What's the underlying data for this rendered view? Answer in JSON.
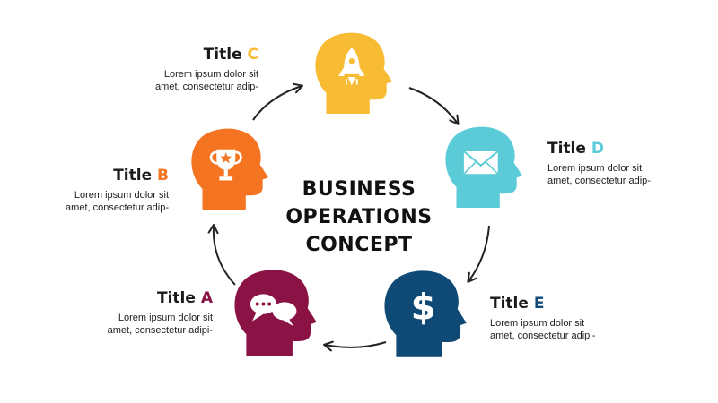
{
  "center_title": {
    "line1": "BUSINESS",
    "line2": "OPERATIONS",
    "line3": "CONCEPT"
  },
  "items": [
    {
      "title_word": "Title",
      "letter": "A",
      "color": "#8b1245",
      "icon": "chat-bubbles-icon",
      "desc1": "Lorem ipsum dolor sit",
      "desc2": "amet, consectetur adipi-"
    },
    {
      "title_word": "Title",
      "letter": "B",
      "color": "#f47421",
      "icon": "trophy-icon",
      "desc1": "Lorem ipsum dolor sit",
      "desc2": "amet, consectetur adip-"
    },
    {
      "title_word": "Title",
      "letter": "C",
      "color": "#f8bb34",
      "icon": "rocket-icon",
      "desc1": "Lorem ipsum dolor sit",
      "desc2": "amet, consectetur adip-"
    },
    {
      "title_word": "Title",
      "letter": "D",
      "color": "#5ccbd8",
      "icon": "envelope-icon",
      "desc1": "Lorem ipsum dolor sit",
      "desc2": "amet, consectetur adip-"
    },
    {
      "title_word": "Title",
      "letter": "E",
      "color": "#0e4a75",
      "icon": "dollar-icon",
      "desc1": "Lorem ipsum dolor sit",
      "desc2": "amet, consectetur adipi-"
    }
  ]
}
